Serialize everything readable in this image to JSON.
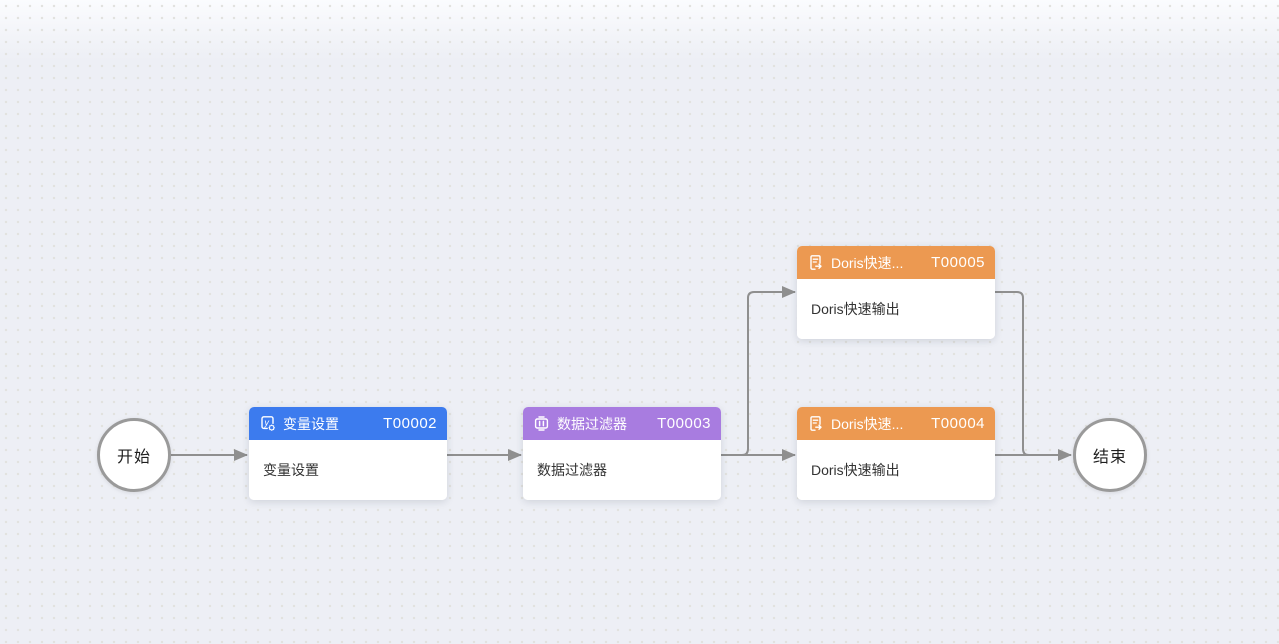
{
  "canvas": {
    "background_color": "#edeff5",
    "dot_color": "#e2e2df",
    "edge_color": "#8f8f8f"
  },
  "terminals": {
    "start": {
      "label": "开始"
    },
    "end": {
      "label": "结束"
    }
  },
  "nodes": [
    {
      "id": "T00002",
      "title": "变量设置",
      "body": "变量设置",
      "header_color": "#3c7bee",
      "icon": "variable-settings-icon"
    },
    {
      "id": "T00003",
      "title": "数据过滤器",
      "body": "数据过滤器",
      "header_color": "#a87ce0",
      "icon": "filter-icon"
    },
    {
      "id": "T00005",
      "title": "Doris快速...",
      "body": "Doris快速输出",
      "header_color": "#ec9951",
      "icon": "document-export-icon"
    },
    {
      "id": "T00004",
      "title": "Doris快速...",
      "body": "Doris快速输出",
      "header_color": "#ec9951",
      "icon": "document-export-icon"
    }
  ],
  "edges": [
    {
      "from": "start",
      "to": "T00002"
    },
    {
      "from": "T00002",
      "to": "T00003"
    },
    {
      "from": "T00003",
      "to": "T00005"
    },
    {
      "from": "T00003",
      "to": "T00004"
    },
    {
      "from": "T00005",
      "to": "end"
    },
    {
      "from": "T00004",
      "to": "end"
    }
  ]
}
